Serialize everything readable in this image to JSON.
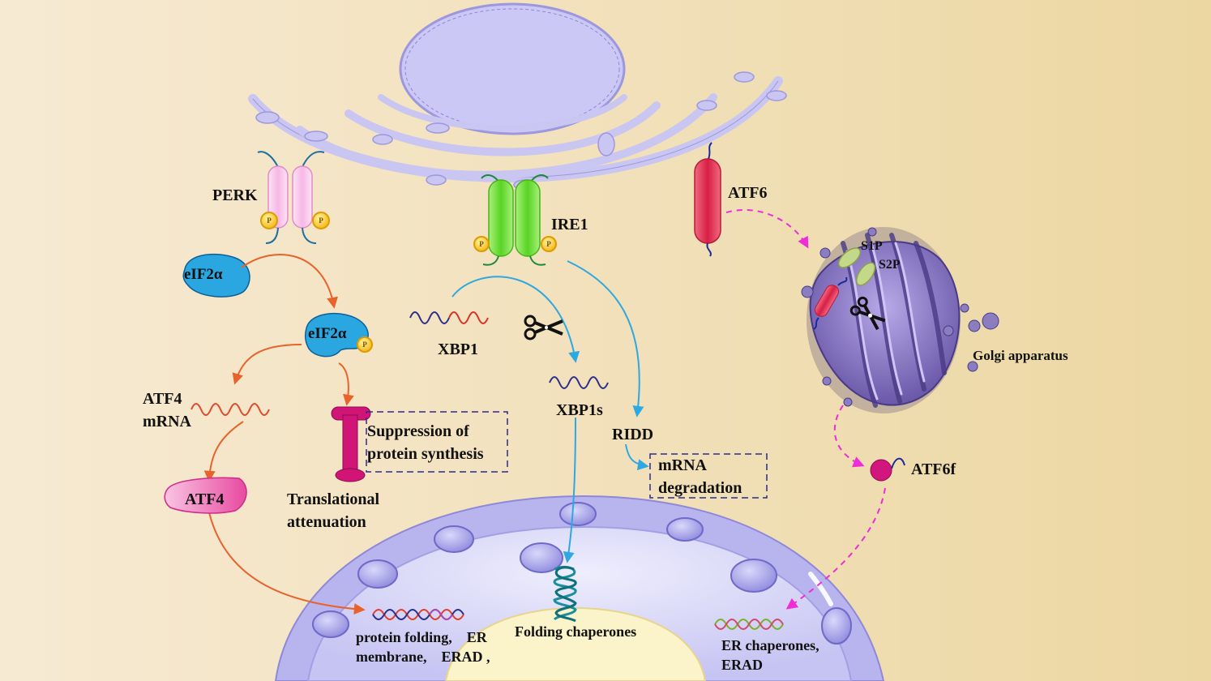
{
  "labels": {
    "perk": "PERK",
    "ire1": "IRE1",
    "atf6": "ATF6",
    "eif2a_1": "eIF2α",
    "eif2a_2": "eIF2α",
    "xbp1": "XBP1",
    "xbp1s": "XBP1s",
    "ridd": "RIDD",
    "atf4_mrna_1": "ATF4",
    "atf4_mrna_2": "mRNA",
    "atf4": "ATF4",
    "suppression_1": "Suppression of",
    "suppression_2": "protein synthesis",
    "translational_1": "Translational",
    "translational_2": "attenuation",
    "mrna_deg_1": "mRNA",
    "mrna_deg_2": "degradation",
    "s1p": "S1P",
    "s2p": "S2P",
    "golgi": "Golgi apparatus",
    "atf6f": "ATF6f",
    "nuc_left_1": "protein folding,    ER",
    "nuc_left_2": "membrane,    ERAD ,",
    "folding_chaperones": "Folding chaperones",
    "er_chap_1": "ER chaperones,",
    "er_chap_2": "ERAD",
    "phospho": "P"
  },
  "colors": {
    "background_left": "#f7ead0",
    "background_right": "#edd9a6",
    "membrane": "#c9c6f2",
    "membrane_stroke": "#9d97dd",
    "perk": "#f9c4ec",
    "ire1": "#7de34a",
    "atf6": "#e83456",
    "eif2a": "#2aa7e0",
    "perk_arrow": "#e8632c",
    "ire1_arrow": "#2ea8e0",
    "atf6_arrow": "#ee2cd8",
    "translational": "#d11577",
    "golgi": "#8a7ec0"
  }
}
